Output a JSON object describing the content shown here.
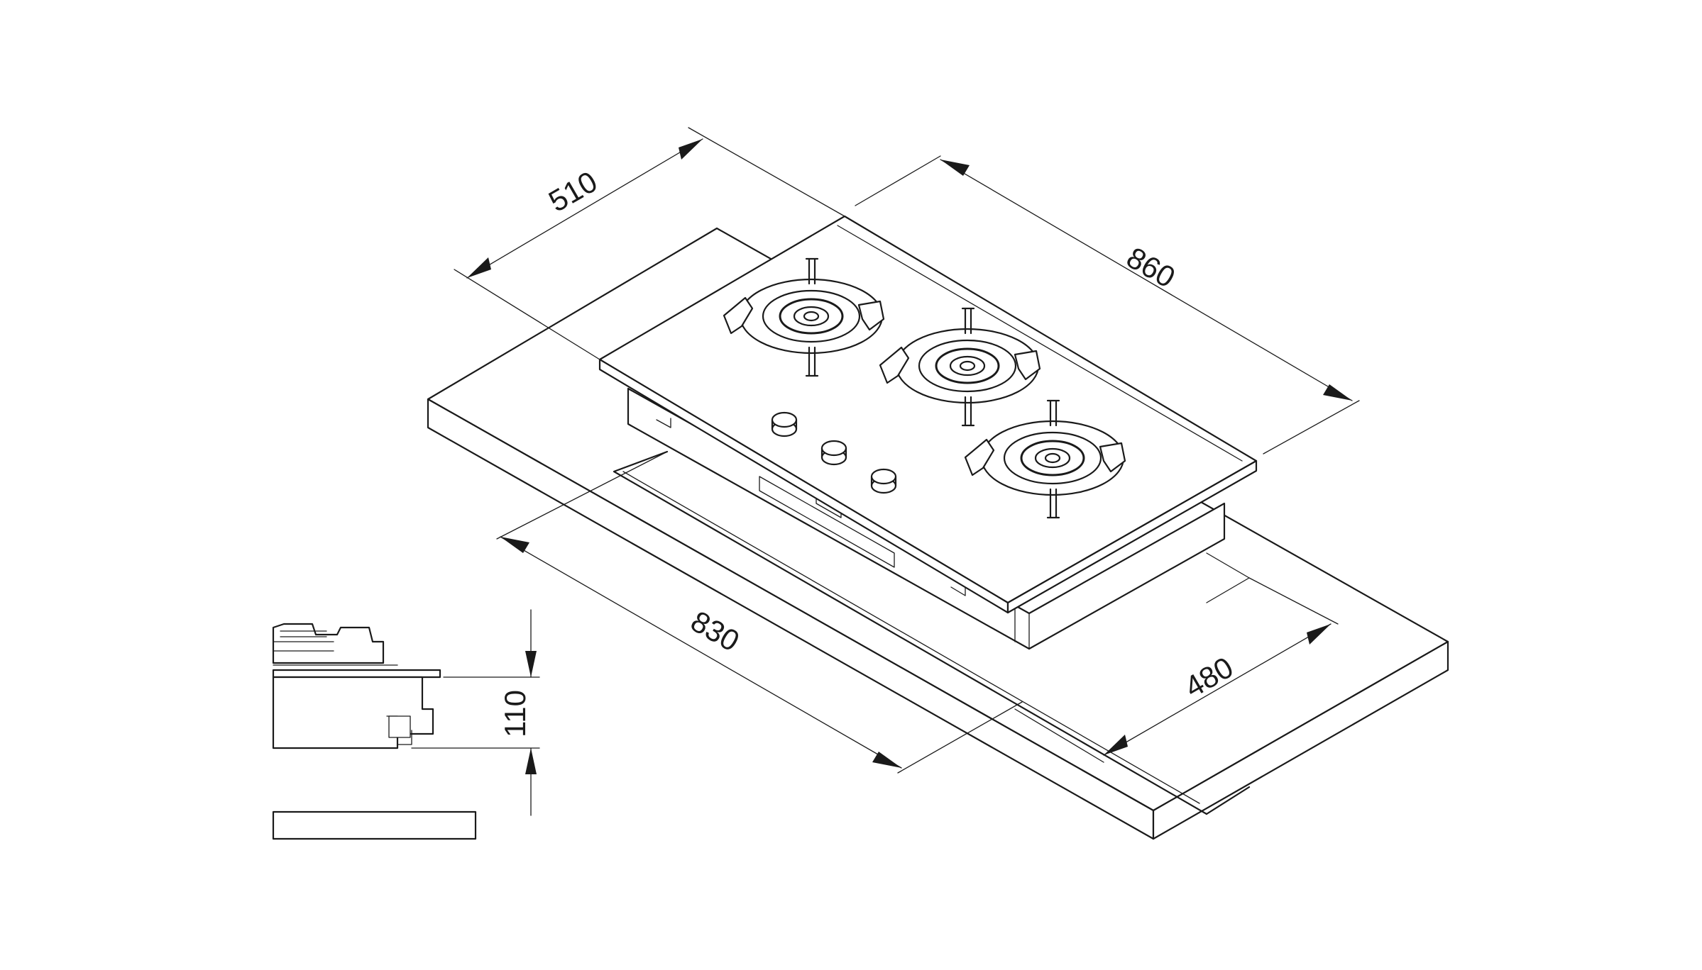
{
  "dimensions": {
    "depth_hob": "510",
    "width_hob": "860",
    "width_cutout": "830",
    "depth_cutout": "480",
    "height_hob": "110"
  },
  "components": {
    "burner_count": 3,
    "control_knob_count": 3
  },
  "colors": {
    "line": "#1a1a1a",
    "background": "#ffffff"
  }
}
